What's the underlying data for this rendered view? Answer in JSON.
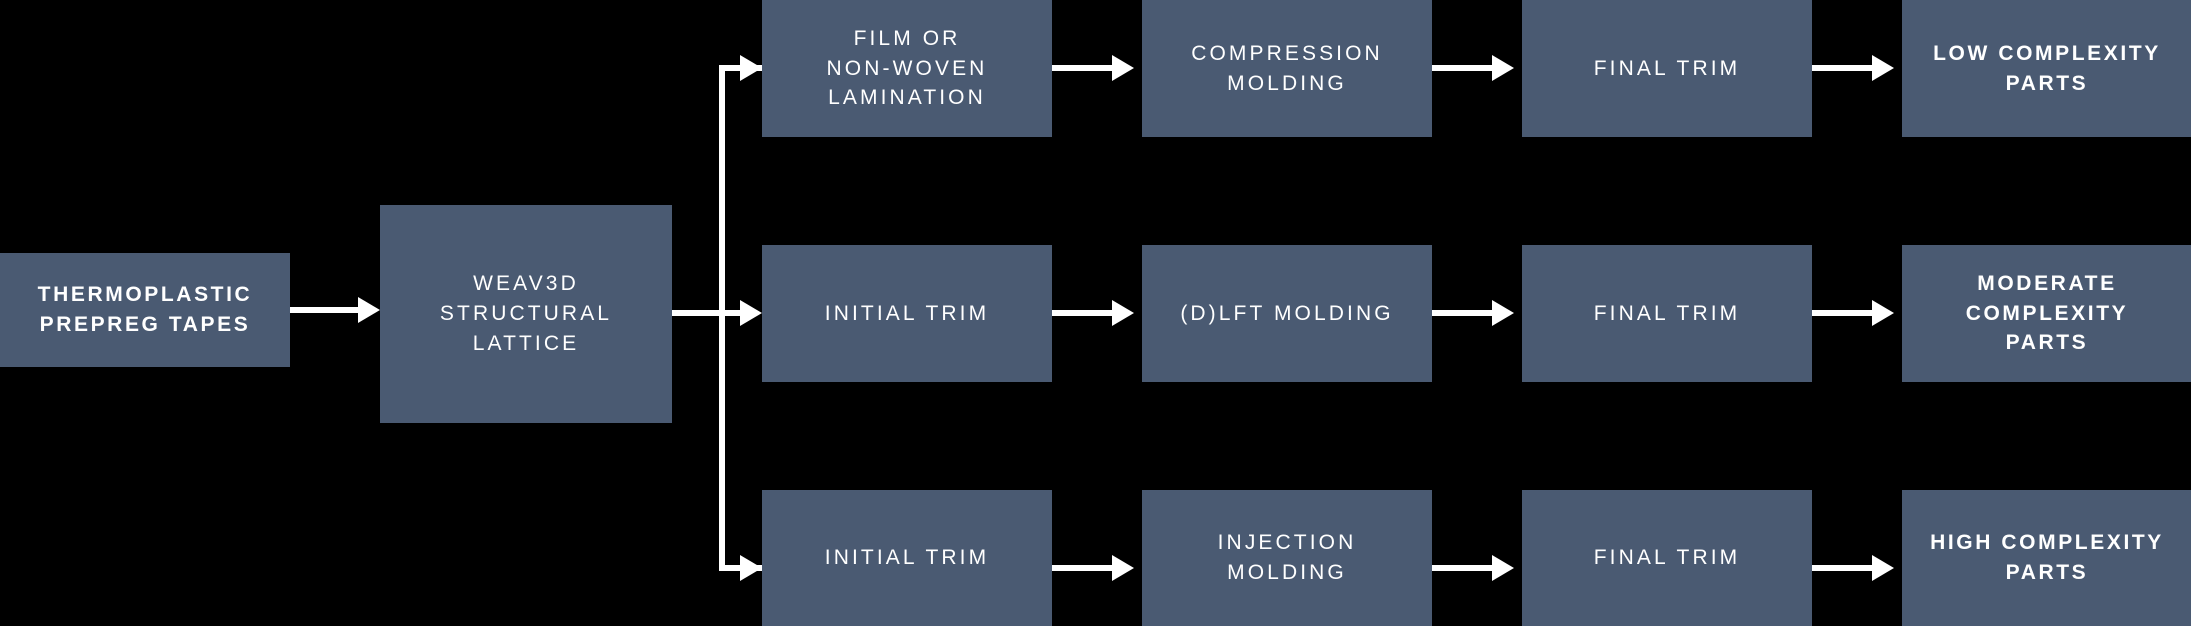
{
  "diagram": {
    "title": "WEAV3D thermoplastic composite manufacturing process flow",
    "background_color": "#000000",
    "box_color": "#4a5a72",
    "connector_color": "#ffffff",
    "text_color": "#ffffff"
  },
  "nodes": {
    "source": {
      "label": "THERMOPLASTIC\nPREPREG TAPES"
    },
    "lattice": {
      "label": "WEAV3D\nSTRUCTURAL\nLATTICE"
    },
    "row_top": {
      "step1": {
        "label": "FILM OR\nNON-WOVEN\nLAMINATION"
      },
      "step2": {
        "label": "COMPRESSION\nMOLDING"
      },
      "step3": {
        "label": "FINAL TRIM"
      },
      "step4": {
        "label": "LOW COMPLEXITY\nPARTS"
      }
    },
    "row_middle": {
      "step1": {
        "label": "INITIAL TRIM"
      },
      "step2": {
        "label": "(D)LFT MOLDING"
      },
      "step3": {
        "label": "FINAL TRIM"
      },
      "step4": {
        "label": "MODERATE\nCOMPLEXITY\nPARTS"
      }
    },
    "row_bottom": {
      "step1": {
        "label": "INITIAL TRIM"
      },
      "step2": {
        "label": "INJECTION\nMOLDING"
      },
      "step3": {
        "label": "FINAL TRIM"
      },
      "step4": {
        "label": "HIGH COMPLEXITY\nPARTS"
      }
    }
  },
  "connectors": {
    "source_to_lattice": {
      "icon": "arrow-right-icon"
    },
    "lattice_to_fork": {
      "icon": "arrow-right-icon"
    },
    "fork_to_top": {
      "icon": "arrow-right-icon"
    },
    "fork_to_middle": {
      "icon": "arrow-right-icon"
    },
    "fork_to_bottom": {
      "icon": "arrow-right-icon"
    },
    "top_1_2": {
      "icon": "arrow-right-icon"
    },
    "top_2_3": {
      "icon": "arrow-right-icon"
    },
    "top_3_4": {
      "icon": "arrow-right-icon"
    },
    "mid_1_2": {
      "icon": "arrow-right-icon"
    },
    "mid_2_3": {
      "icon": "arrow-right-icon"
    },
    "mid_3_4": {
      "icon": "arrow-right-icon"
    },
    "bot_1_2": {
      "icon": "arrow-right-icon"
    },
    "bot_2_3": {
      "icon": "arrow-right-icon"
    },
    "bot_3_4": {
      "icon": "arrow-right-icon"
    }
  }
}
